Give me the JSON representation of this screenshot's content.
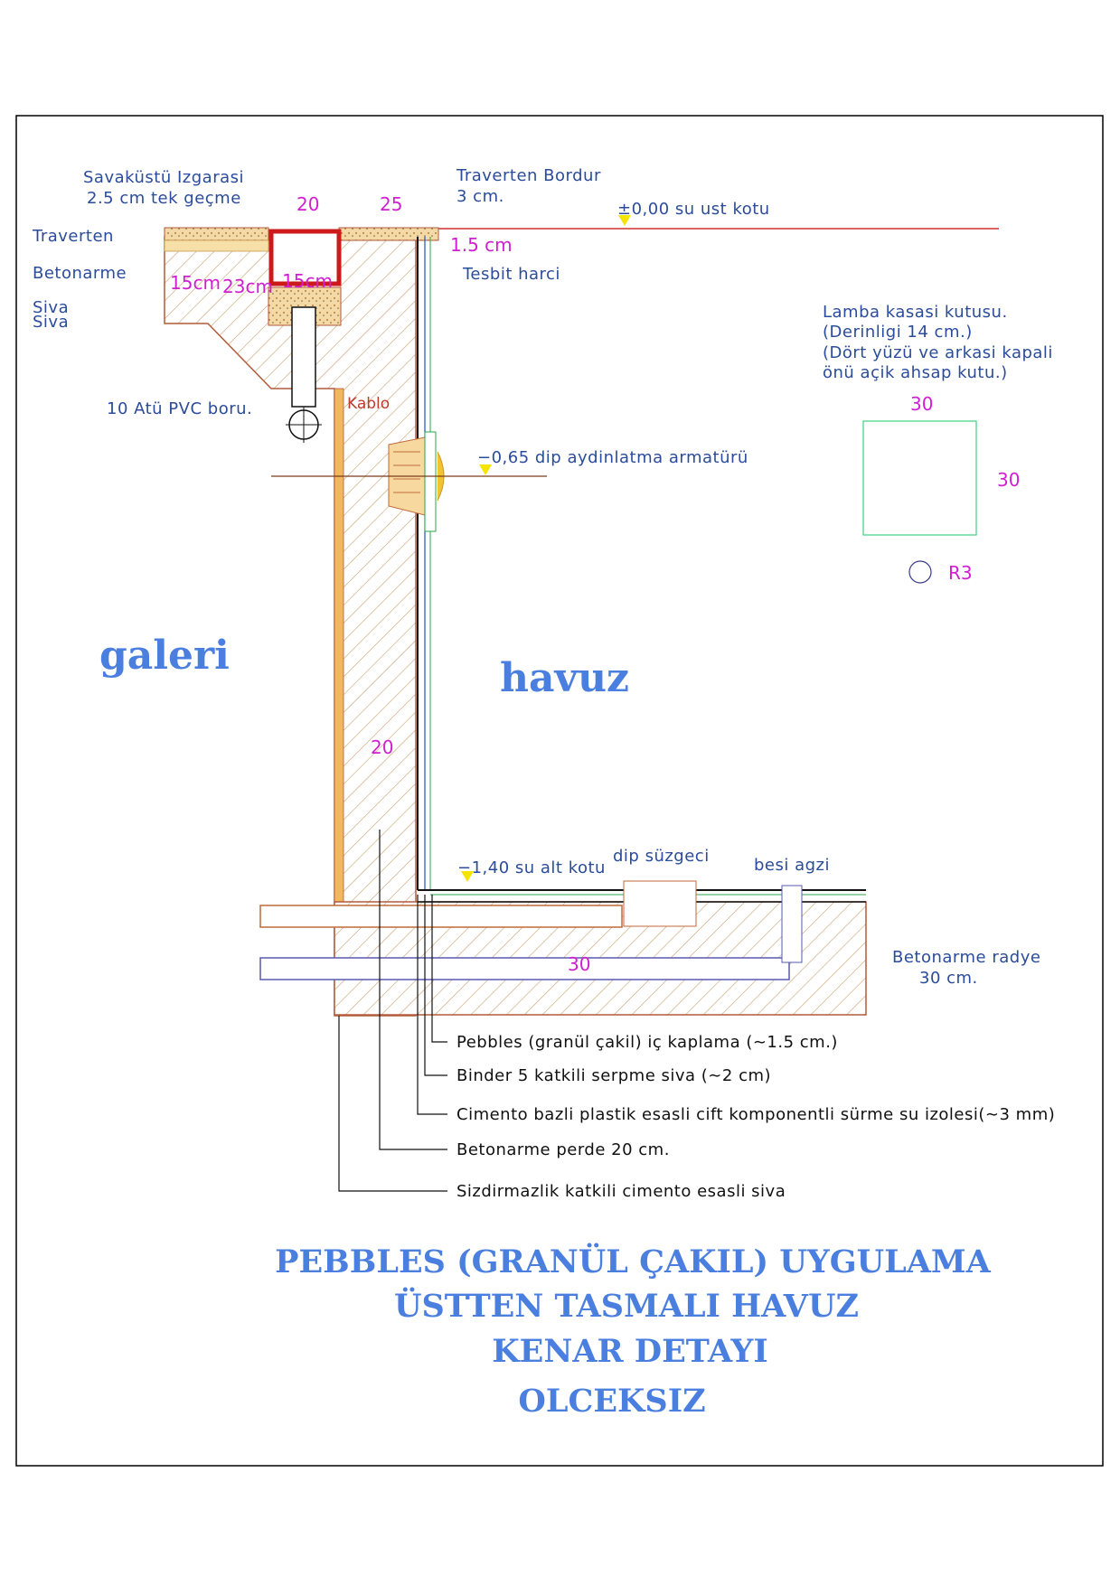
{
  "labels": {
    "savakustu_1": "Savaküstü Izgarasi",
    "savakustu_2": "2.5 cm tek geçme",
    "traverten": "Traverten",
    "betonarme": "Betonarme",
    "siva1": "Siva",
    "siva2": "Siva",
    "pvc": "10 Atü PVC boru.",
    "kablo": "Kablo",
    "traverten_bordur_1": "Traverten Bordur",
    "traverten_bordur_2": "3 cm.",
    "su_ust_kotu": "±0,00 su ust kotu",
    "tesbit": "Tesbit harci",
    "lamba_1": "Lamba kasasi kutusu.",
    "lamba_2": "(Derinligi 14 cm.)",
    "lamba_3": "(Dört yüzü ve arkasi kapali",
    "lamba_4": "önü açik ahsap kutu.)",
    "dip_aydinlatma": "−0,65 dip aydinlatma armatürü",
    "galeri": "galeri",
    "havuz": "havuz",
    "su_alt_kotu": "−1,40 su alt kotu",
    "dip_suzgeci": "dip süzgeci",
    "besi_agzi": "besi agzi",
    "radye_1": "Betonarme radye",
    "radye_2": "30 cm."
  },
  "dims": {
    "d20_top": "20",
    "d25_top": "25",
    "d15": "1.5 cm",
    "d15cm_a": "15cm",
    "d23cm": "23cm",
    "d15cm_b": "15cm",
    "box_w": "30",
    "box_h": "30",
    "r3": "R3",
    "wall": "20",
    "slab": "30"
  },
  "legend": [
    "Pebbles (granül çakil) iç kaplama (∼1.5 cm.)",
    "Binder 5 katkili serpme siva (∼2 cm)",
    "Cimento bazli plastik esasli cift komponentli sürme su izolesi(∼3 mm)",
    "Betonarme perde 20 cm.",
    "Sizdirmazlik katkili cimento esasli siva"
  ],
  "title": [
    "PEBBLES (GRANÜL ÇAKIL) UYGULAMA",
    "ÜSTTEN TASMALI HAVUZ",
    "KENAR DETAYI",
    "OLCEKSIZ"
  ]
}
